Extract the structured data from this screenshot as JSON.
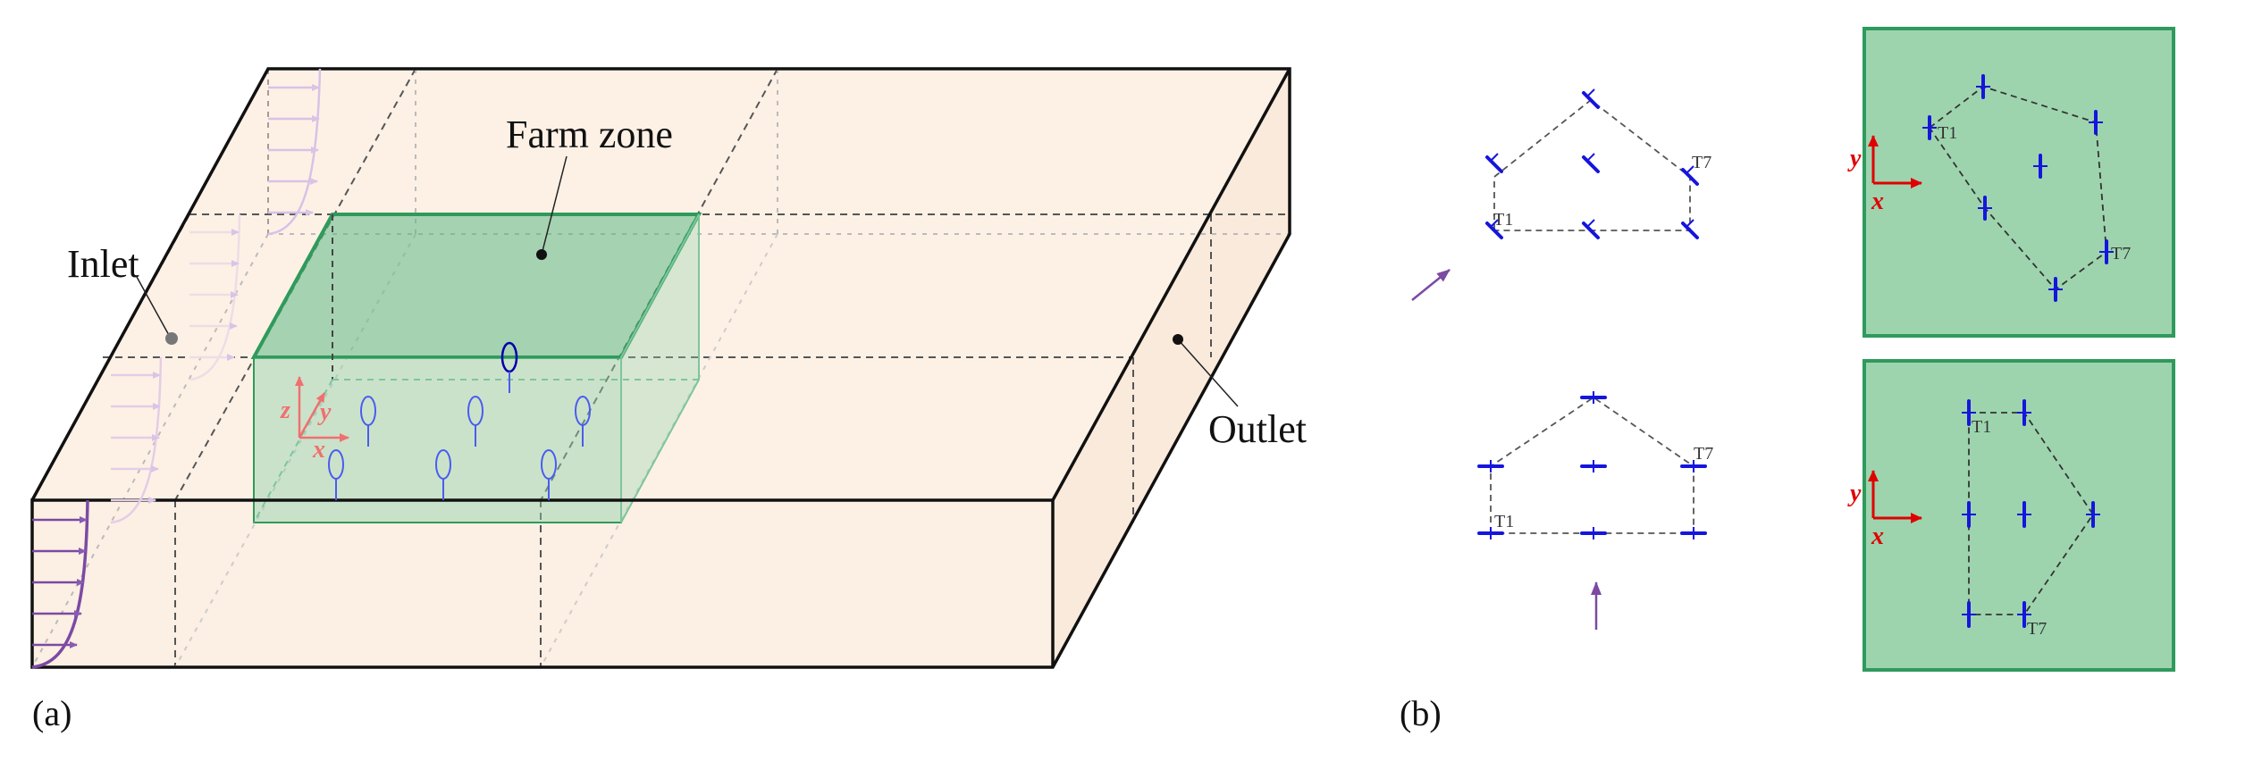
{
  "panels": {
    "a": {
      "caption": "(a)",
      "labels": {
        "farm_zone": "Farm zone",
        "inlet": "Inlet",
        "outlet": "Outlet"
      },
      "axes": {
        "x": "x",
        "y": "y",
        "z": "z"
      }
    },
    "b": {
      "caption": "(b)",
      "layouts": [
        {
          "first_turbine": "T1",
          "last_turbine": "T7",
          "axes": {
            "x": "x",
            "y": "y"
          }
        },
        {
          "first_turbine": "T1",
          "last_turbine": "T7",
          "axes": {
            "x": "x",
            "y": "y"
          }
        }
      ]
    }
  },
  "colors": {
    "domain_fill": "#fdf1e6",
    "farm_fill": "#5cb885",
    "farm_edge": "#2f9a5c",
    "turbine": "#1515dd",
    "profile": "#7b4aa3",
    "axis": "#e63232"
  }
}
